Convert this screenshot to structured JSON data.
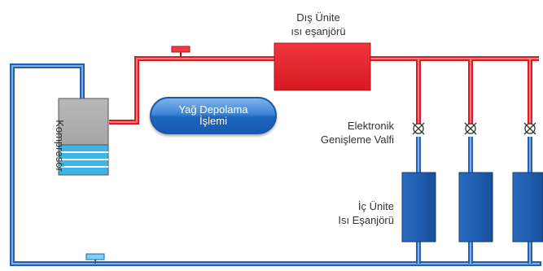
{
  "outdoor_exchanger": {
    "line1": "Dış Ünite",
    "line2": "ısı eşanjörü"
  },
  "oil_storage": {
    "line1": "Yağ Depolama",
    "line2": "İşlemi"
  },
  "expansion_valve": {
    "line1": "Elektronik",
    "line2": "Genişleme Valfi"
  },
  "indoor_exchanger": {
    "line1": "İç Ünite",
    "line2": "Isı Eşanjörü"
  },
  "compressor": {
    "label": "Kompresör"
  },
  "colors": {
    "hot_line": "#e8202a",
    "cold_line": "#2f6fc4",
    "exchanger": "#e3222b",
    "indoor_unit": "#1e5aa8"
  }
}
